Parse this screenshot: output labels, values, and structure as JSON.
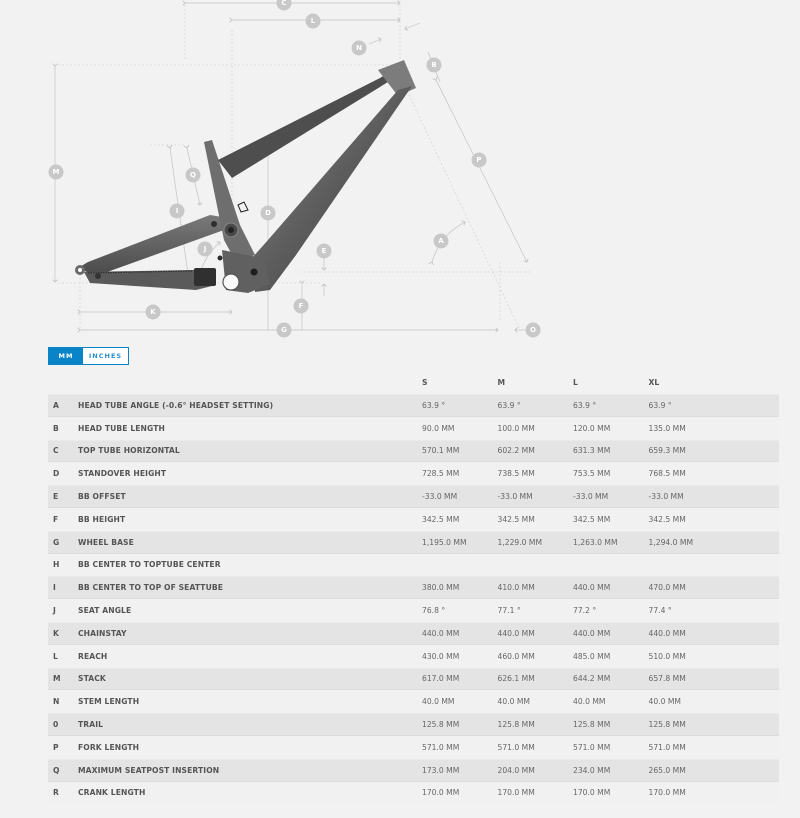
{
  "diagram": {
    "labels": [
      "A",
      "B",
      "C",
      "D",
      "E",
      "F",
      "G",
      "I",
      "J",
      "K",
      "L",
      "M",
      "N",
      "O",
      "P",
      "Q"
    ],
    "colors": {
      "badge": "#c8c8c8",
      "line": "#cfcfcf",
      "frame_dark": "#3e3e3e",
      "frame_mid": "#6f6f6f"
    }
  },
  "units": {
    "active": "MM",
    "inactive": "INCHES",
    "accent": "#0a84c8"
  },
  "table": {
    "sizes": [
      "S",
      "M",
      "L",
      "XL"
    ],
    "rows": [
      {
        "key": "A",
        "name": "HEAD TUBE ANGLE (-0.6° HEADSET SETTING)",
        "values": [
          "63.9 °",
          "63.9 °",
          "63.9 °",
          "63.9 °"
        ]
      },
      {
        "key": "B",
        "name": "HEAD TUBE LENGTH",
        "values": [
          "90.0 MM",
          "100.0 MM",
          "120.0 MM",
          "135.0 MM"
        ]
      },
      {
        "key": "C",
        "name": "TOP TUBE HORIZONTAL",
        "values": [
          "570.1 MM",
          "602.2 MM",
          "631.3 MM",
          "659.3 MM"
        ]
      },
      {
        "key": "D",
        "name": "STANDOVER HEIGHT",
        "values": [
          "728.5 MM",
          "738.5 MM",
          "753.5 MM",
          "768.5 MM"
        ]
      },
      {
        "key": "E",
        "name": "BB OFFSET",
        "values": [
          "-33.0 MM",
          "-33.0 MM",
          "-33.0 MM",
          "-33.0 MM"
        ]
      },
      {
        "key": "F",
        "name": "BB HEIGHT",
        "values": [
          "342.5 MM",
          "342.5 MM",
          "342.5 MM",
          "342.5 MM"
        ]
      },
      {
        "key": "G",
        "name": "WHEEL BASE",
        "values": [
          "1,195.0 MM",
          "1,229.0 MM",
          "1,263.0 MM",
          "1,294.0 MM"
        ]
      },
      {
        "key": "H",
        "name": "BB CENTER TO TOPTUBE CENTER",
        "values": [
          "",
          "",
          "",
          ""
        ]
      },
      {
        "key": "I",
        "name": "BB CENTER TO TOP OF SEATTUBE",
        "values": [
          "380.0 MM",
          "410.0 MM",
          "440.0 MM",
          "470.0 MM"
        ]
      },
      {
        "key": "J",
        "name": "SEAT ANGLE",
        "values": [
          "76.8 °",
          "77.1 °",
          "77.2 °",
          "77.4 °"
        ]
      },
      {
        "key": "K",
        "name": "CHAINSTAY",
        "values": [
          "440.0 MM",
          "440.0 MM",
          "440.0 MM",
          "440.0 MM"
        ]
      },
      {
        "key": "L",
        "name": "REACH",
        "values": [
          "430.0 MM",
          "460.0 MM",
          "485.0 MM",
          "510.0 MM"
        ]
      },
      {
        "key": "M",
        "name": "STACK",
        "values": [
          "617.0 MM",
          "626.1 MM",
          "644.2 MM",
          "657.8 MM"
        ]
      },
      {
        "key": "N",
        "name": "STEM LENGTH",
        "values": [
          "40.0 MM",
          "40.0 MM",
          "40.0 MM",
          "40.0 MM"
        ]
      },
      {
        "key": "0",
        "name": "TRAIL",
        "values": [
          "125.8 MM",
          "125.8 MM",
          "125.8 MM",
          "125.8 MM"
        ]
      },
      {
        "key": "P",
        "name": "FORK LENGTH",
        "values": [
          "571.0 MM",
          "571.0 MM",
          "571.0 MM",
          "571.0 MM"
        ]
      },
      {
        "key": "Q",
        "name": "MAXIMUM SEATPOST INSERTION",
        "values": [
          "173.0 MM",
          "204.0 MM",
          "234.0 MM",
          "265.0 MM"
        ]
      },
      {
        "key": "R",
        "name": "CRANK LENGTH",
        "values": [
          "170.0 MM",
          "170.0 MM",
          "170.0 MM",
          "170.0 MM"
        ]
      }
    ]
  }
}
